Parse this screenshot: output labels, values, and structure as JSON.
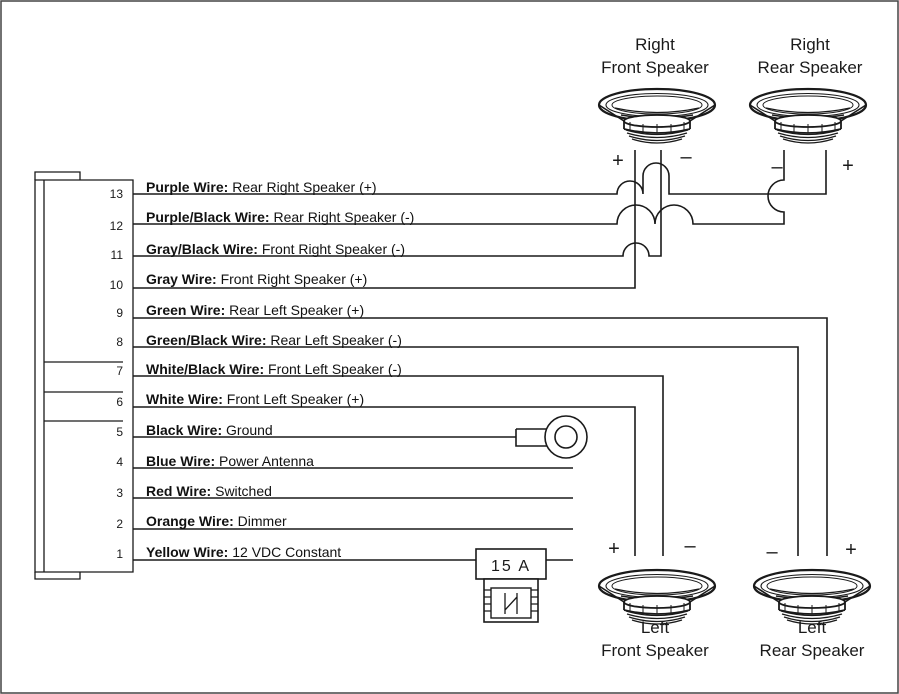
{
  "speakers": {
    "right_front": {
      "line1": "Right",
      "line2": "Front Speaker",
      "plus": "+",
      "minus": "–"
    },
    "right_rear": {
      "line1": "Right",
      "line2": "Rear Speaker",
      "plus": "+",
      "minus": "–"
    },
    "left_front": {
      "line1": "Left",
      "line2": "Front Speaker",
      "plus": "+",
      "minus": "–"
    },
    "left_rear": {
      "line1": "Left",
      "line2": "Rear Speaker",
      "plus": "+",
      "minus": "–"
    }
  },
  "fuse": {
    "label": "15 A"
  },
  "wires": [
    {
      "pin": "13",
      "color_name": "Purple Wire:",
      "function": "Rear Right Speaker (+)"
    },
    {
      "pin": "12",
      "color_name": "Purple/Black Wire:",
      "function": "Rear Right Speaker (-)"
    },
    {
      "pin": "11",
      "color_name": "Gray/Black Wire:",
      "function": "Front Right Speaker (-)"
    },
    {
      "pin": "10",
      "color_name": "Gray Wire:",
      "function": "Front Right Speaker (+)"
    },
    {
      "pin": "9",
      "color_name": "Green Wire:",
      "function": "Rear Left Speaker (+)"
    },
    {
      "pin": "8",
      "color_name": "Green/Black Wire:",
      "function": "Rear Left Speaker (-)"
    },
    {
      "pin": "7",
      "color_name": "White/Black Wire:",
      "function": "Front Left Speaker (-)"
    },
    {
      "pin": "6",
      "color_name": "White Wire:",
      "function": "Front Left Speaker (+)"
    },
    {
      "pin": "5",
      "color_name": "Black Wire:",
      "function": "Ground"
    },
    {
      "pin": "4",
      "color_name": "Blue Wire:",
      "function": "Power Antenna"
    },
    {
      "pin": "3",
      "color_name": "Red Wire:",
      "function": "Switched"
    },
    {
      "pin": "2",
      "color_name": "Orange Wire:",
      "function": "Dimmer"
    },
    {
      "pin": "1",
      "color_name": "Yellow Wire:",
      "function": "12 VDC Constant"
    }
  ]
}
